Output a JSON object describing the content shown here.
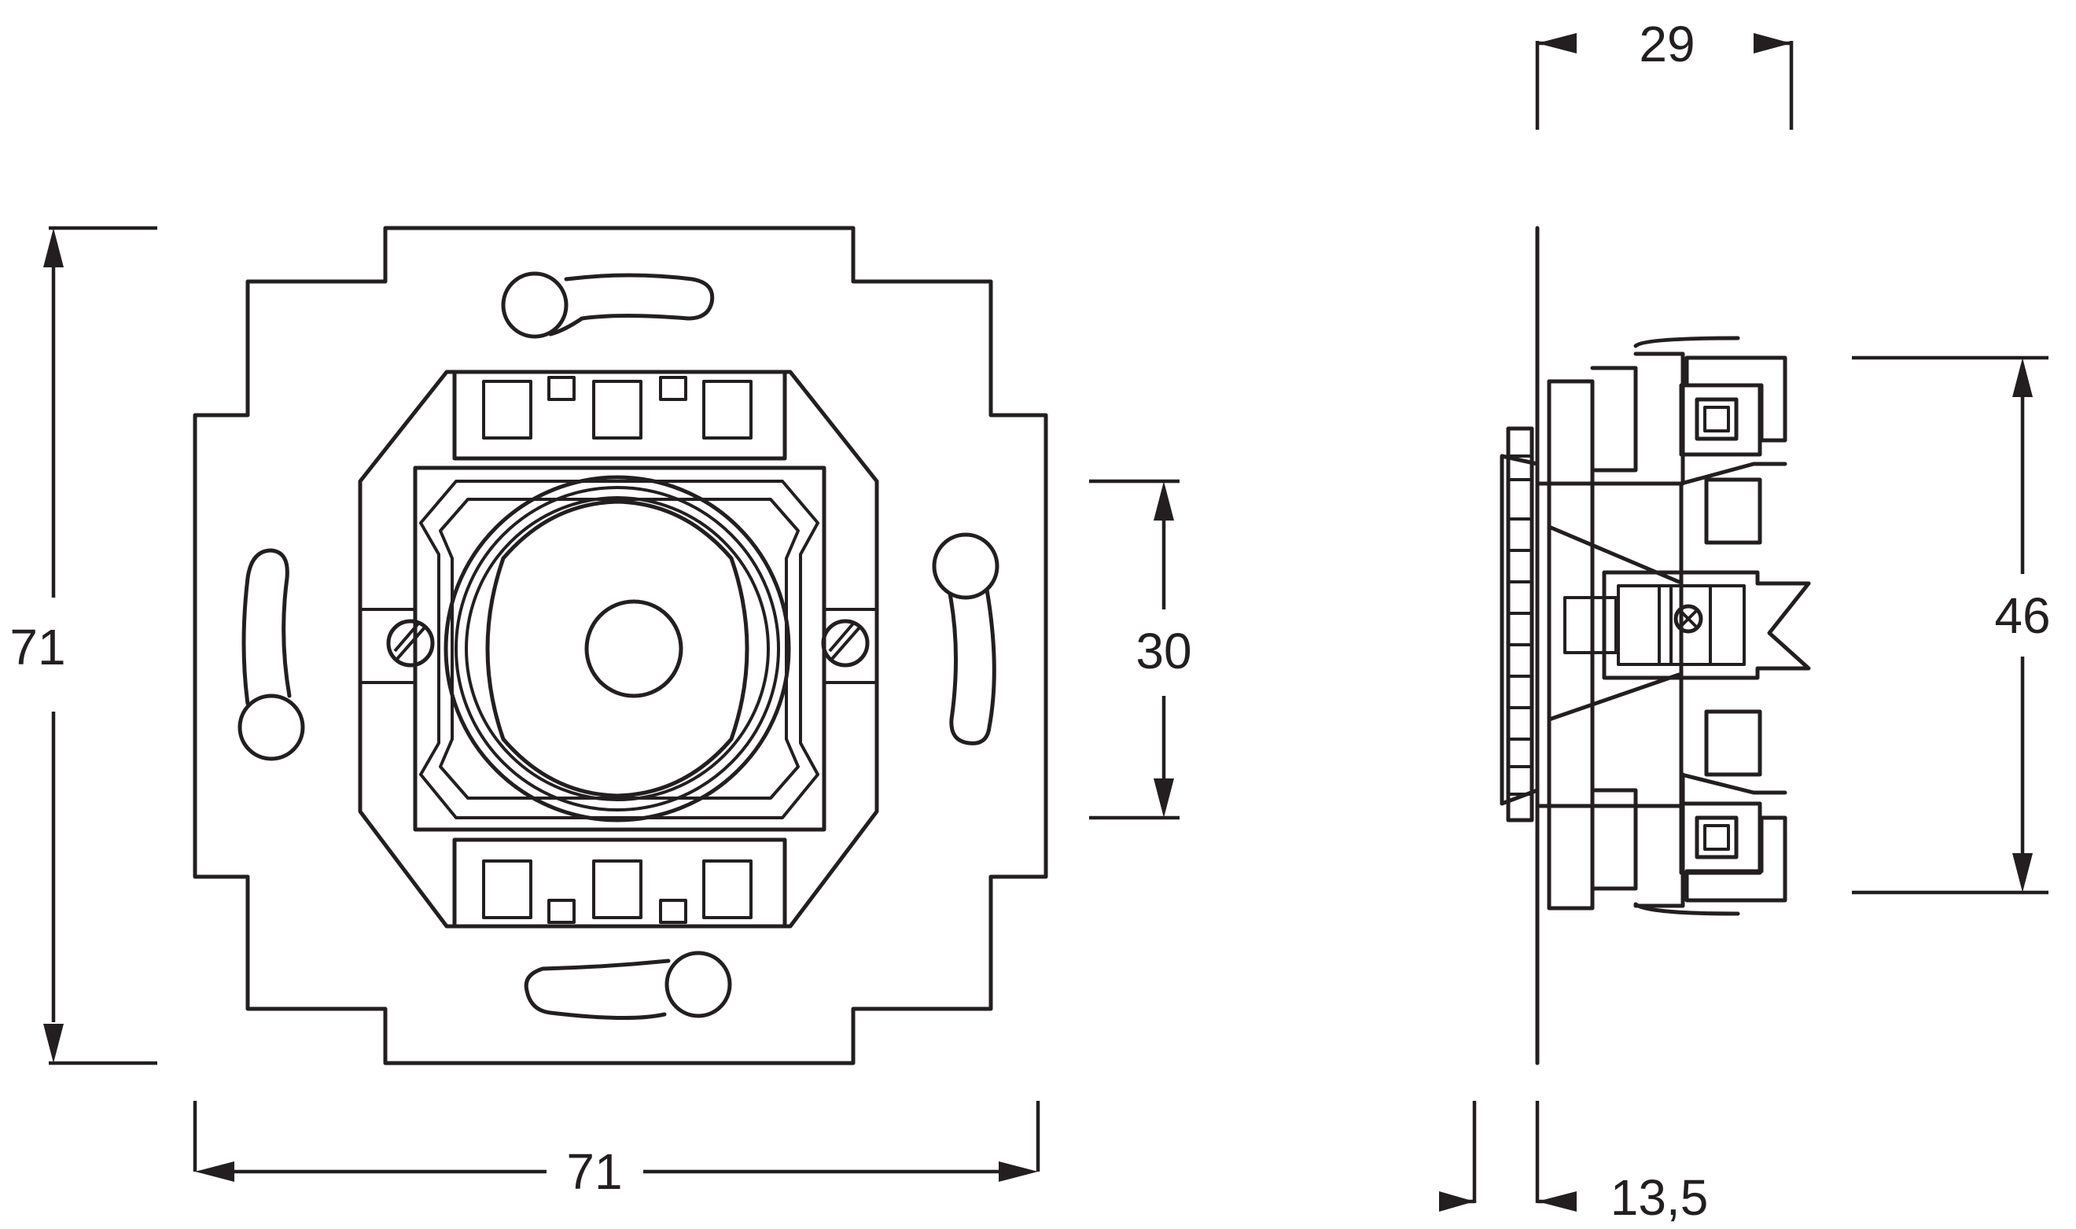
{
  "dimensions": {
    "front_height": "71",
    "front_width": "71",
    "inner_height": "30",
    "side_depth": "29",
    "side_height": "46",
    "side_offset": "13,5"
  }
}
